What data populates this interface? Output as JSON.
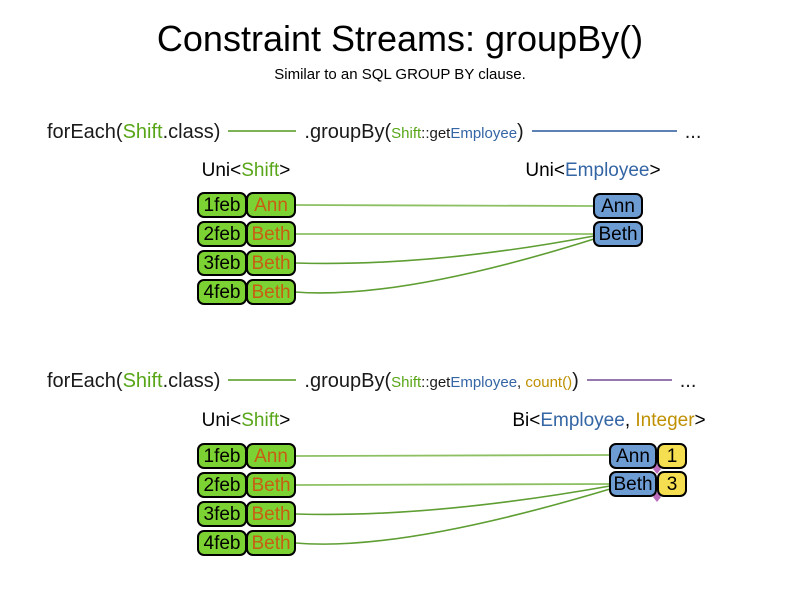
{
  "title": "Constraint Streams: groupBy()",
  "subtitle": "Similar to an SQL GROUP BY clause.",
  "colors": {
    "shift_green_fill": "#7CD232",
    "employee_blue_fill": "#6D9CD3",
    "integer_yellow_fill": "#F5DE50",
    "code_green": "#58A618",
    "code_blue": "#3465A4",
    "code_gold": "#BF9000",
    "orange_text": "#C85E13",
    "line_green_light": "#8DC063",
    "line_green_dark": "#5E9E32",
    "line_blue": "#5E81B5",
    "line_purple": "#9579AE",
    "diamond_purple": "#BC6CBC"
  },
  "code_line_1": {
    "foreach_prefix": "forEach(",
    "foreach_class": "Shift",
    "foreach_suffix": ".class)",
    "groupby_prefix": ".groupBy(",
    "param_class": "Shift",
    "param_getter": "::get",
    "param_type": "Employee",
    "groupby_suffix": ")",
    "ellipsis": "..."
  },
  "code_line_2": {
    "foreach_prefix": "forEach(",
    "foreach_class": "Shift",
    "foreach_suffix": ".class)",
    "groupby_prefix": ".groupBy(",
    "param_class": "Shift",
    "param_getter": "::get",
    "param_type": "Employee",
    "param_comma": ", ",
    "param_collector": "count()",
    "groupby_suffix": ")",
    "ellipsis": "..."
  },
  "diagram_1": {
    "left_label_prefix": "Uni<",
    "left_label_type": "Shift",
    "left_label_suffix": ">",
    "right_label_prefix": "Uni<",
    "right_label_type": "Employee",
    "right_label_suffix": ">",
    "shifts": [
      {
        "date": "1feb",
        "employee": "Ann"
      },
      {
        "date": "2feb",
        "employee": "Beth"
      },
      {
        "date": "3feb",
        "employee": "Beth"
      },
      {
        "date": "4feb",
        "employee": "Beth"
      }
    ],
    "groups": [
      {
        "name": "Ann"
      },
      {
        "name": "Beth"
      }
    ]
  },
  "diagram_2": {
    "left_label_prefix": "Uni<",
    "left_label_type": "Shift",
    "left_label_suffix": ">",
    "right_label_prefix": "Bi<",
    "right_label_type1": "Employee",
    "right_label_comma": ", ",
    "right_label_type2": "Integer",
    "right_label_suffix": ">",
    "shifts": [
      {
        "date": "1feb",
        "employee": "Ann"
      },
      {
        "date": "2feb",
        "employee": "Beth"
      },
      {
        "date": "3feb",
        "employee": "Beth"
      },
      {
        "date": "4feb",
        "employee": "Beth"
      }
    ],
    "groups": [
      {
        "name": "Ann",
        "count": "1"
      },
      {
        "name": "Beth",
        "count": "3"
      }
    ]
  }
}
